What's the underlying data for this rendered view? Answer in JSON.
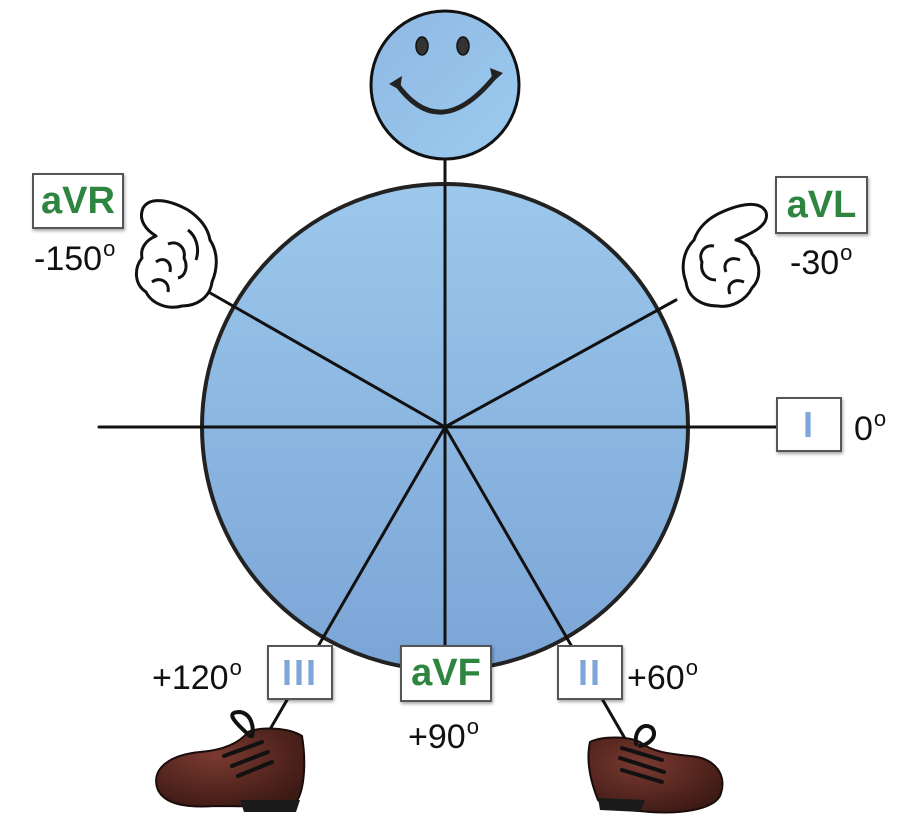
{
  "title": "Hexaxial reference system (ECG limb lead axes) drawn as a smiley figure",
  "colors": {
    "body_fill_top": "#9cc8ec",
    "body_fill_bottom": "#7ba5d6",
    "outline": "#111111",
    "augmented_lead_text": "#2e8540",
    "limb_lead_text": "#7ea6d6",
    "shoe": "#5a2a22"
  },
  "figure": {
    "head": {
      "icon": "smiley-face-icon"
    },
    "left_hand": {
      "icon": "pointing-hand-icon"
    },
    "right_hand": {
      "icon": "pointing-hand-icon"
    },
    "left_foot": {
      "icon": "shoe-icon"
    },
    "right_foot": {
      "icon": "shoe-icon"
    }
  },
  "leads": {
    "aVR": {
      "label": "aVR",
      "angle": "-150",
      "degree_symbol": "o",
      "type": "augmented"
    },
    "aVL": {
      "label": "aVL",
      "angle": "-30",
      "degree_symbol": "o",
      "type": "augmented"
    },
    "I": {
      "label": "I",
      "angle": "0",
      "degree_symbol": "o",
      "type": "limb"
    },
    "II": {
      "label": "II",
      "angle": "+60",
      "degree_symbol": "o",
      "type": "limb"
    },
    "aVF": {
      "label": "aVF",
      "angle": "+90",
      "degree_symbol": "o",
      "type": "augmented"
    },
    "III": {
      "label": "III",
      "angle": "+120",
      "degree_symbol": "o",
      "type": "limb"
    }
  }
}
